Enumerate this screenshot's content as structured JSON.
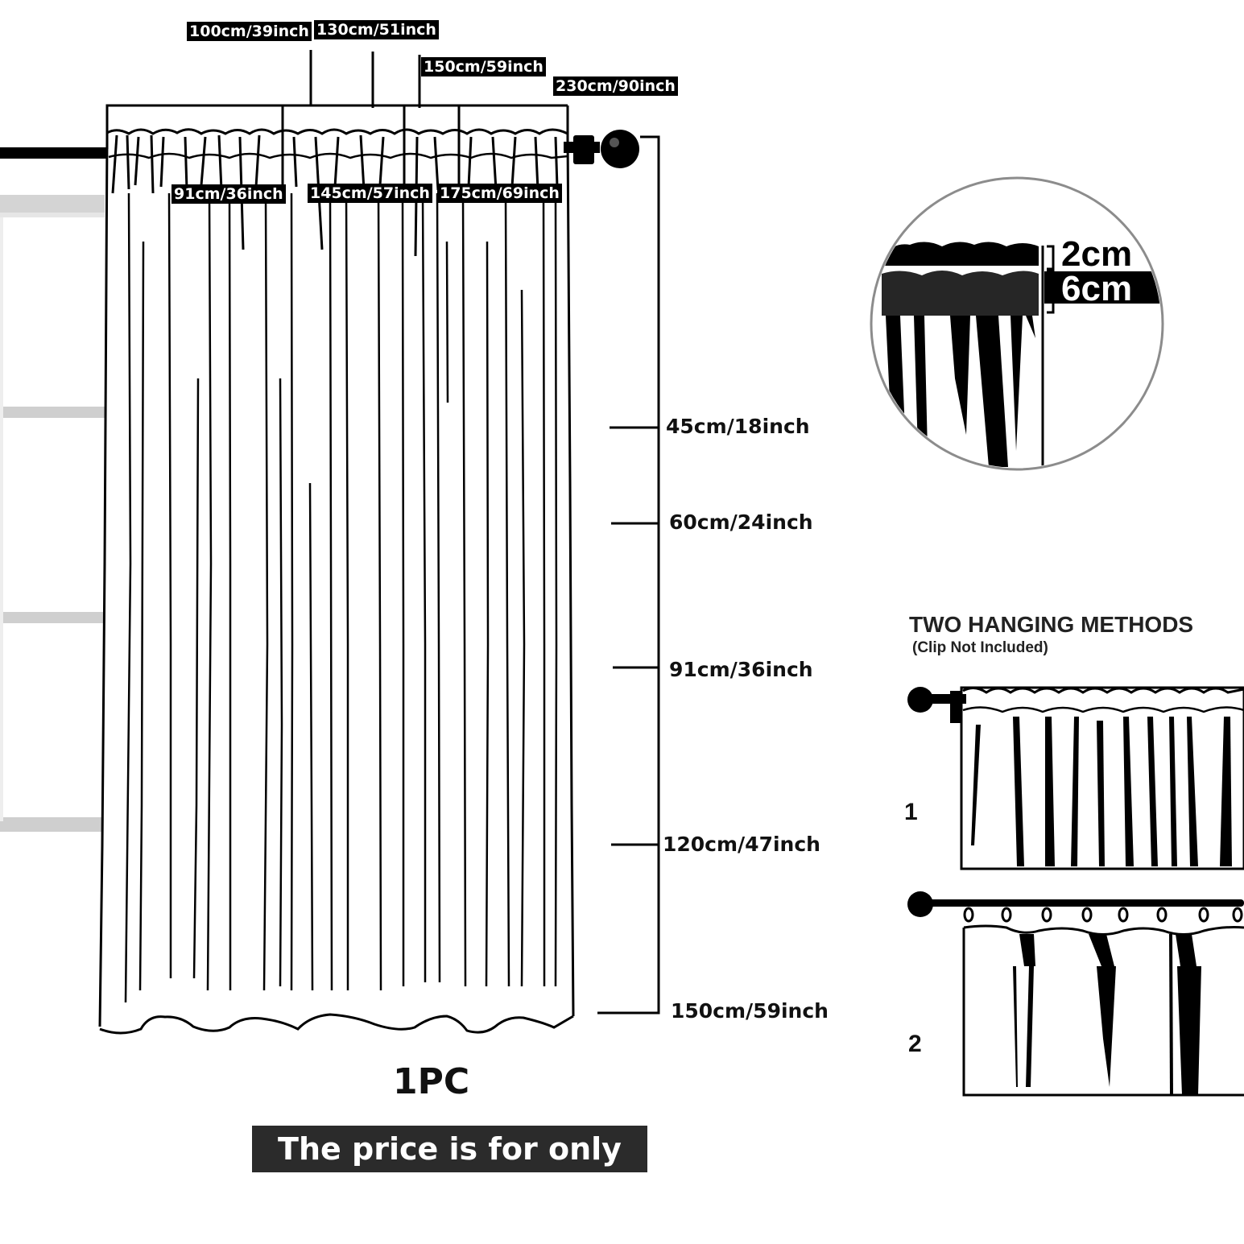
{
  "width_labels": [
    "100cm/39inch",
    "130cm/51inch",
    "150cm/59inch",
    "230cm/90inch",
    "91cm/36inch",
    "145cm/57inch",
    "175cm/69inch"
  ],
  "height_labels": [
    "45cm/18inch",
    "60cm/24inch",
    "91cm/36inch",
    "120cm/47inch",
    "150cm/59inch"
  ],
  "quantity": "1PC",
  "price_note": "The price is for only 1PC",
  "zoom": {
    "top_measure": "2cm",
    "pocket_measure": "6cm"
  },
  "methods": {
    "title": "TWO HANGING METHODS",
    "subtitle": "(Clip Not Included)",
    "items": [
      "1",
      "2"
    ]
  },
  "colors": {
    "ink": "#000000",
    "price_bg": "#2b2b2b",
    "window_frame": "#cfcfcf"
  },
  "icons": [
    "curtain-rod-icon",
    "finial-icon",
    "clip-ring-icon"
  ]
}
